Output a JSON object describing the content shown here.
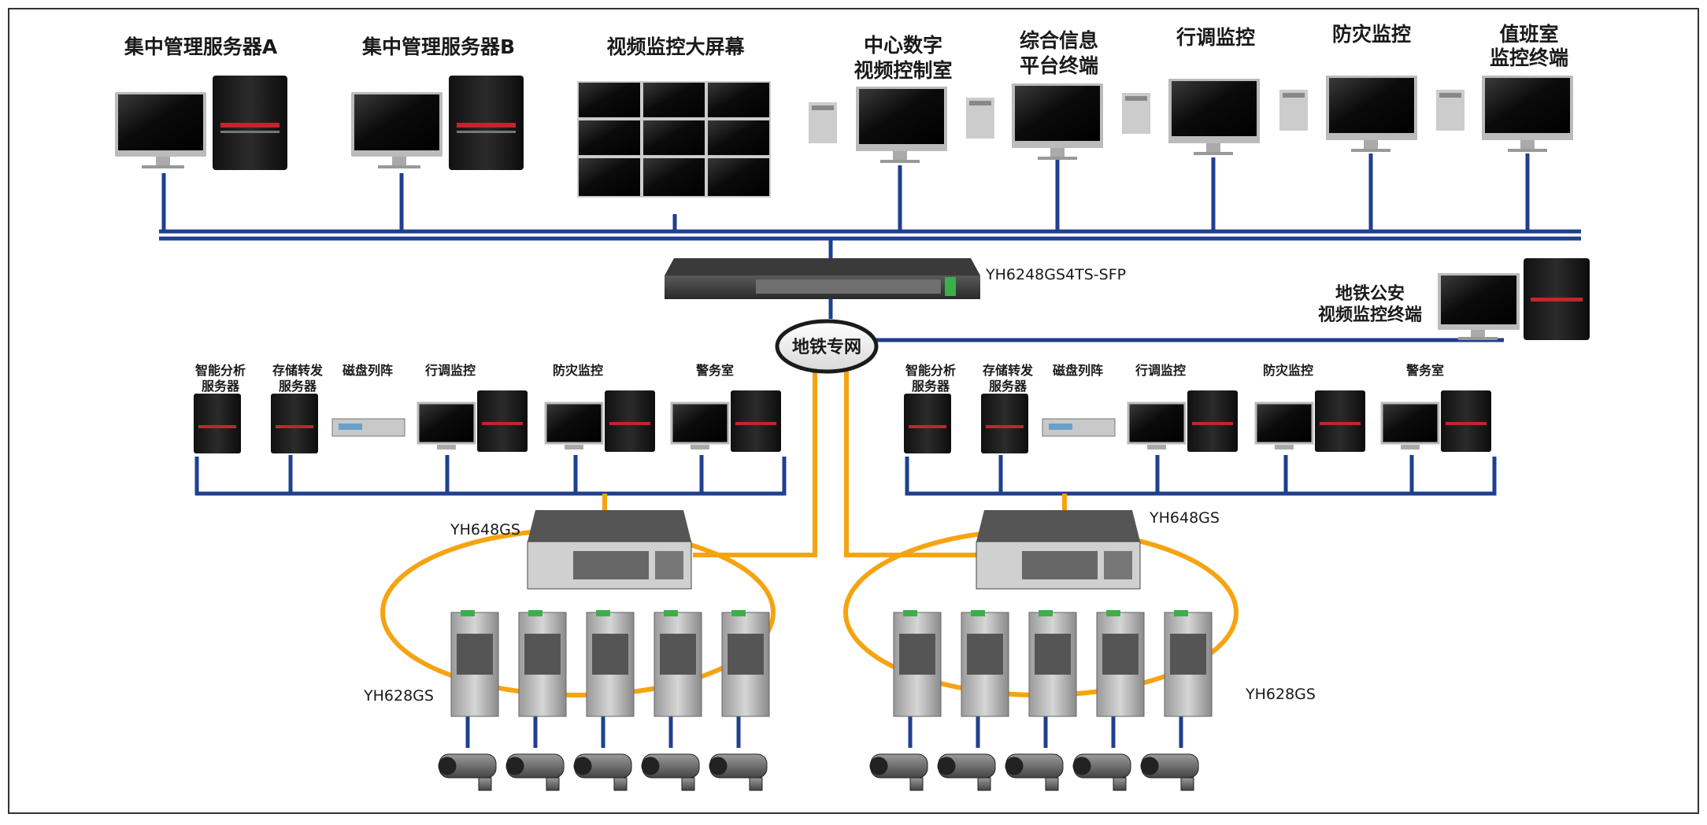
{
  "top_terminals": [
    {
      "line1": "集中管理服务器A",
      "line2": ""
    },
    {
      "line1": "集中管理服务器B",
      "line2": ""
    },
    {
      "line1": "视频监控大屏幕",
      "line2": ""
    },
    {
      "line1": "中心数字",
      "line2": "视频控制室"
    },
    {
      "line1": "综合信息",
      "line2": "平台终端"
    },
    {
      "line1": "行调监控",
      "line2": ""
    },
    {
      "line1": "防灾监控",
      "line2": ""
    },
    {
      "line1": "值班室",
      "line2": "监控终端"
    }
  ],
  "core_switch_model": "YH6248GS4TS-SFP",
  "police_terminal": {
    "line1": "地铁公安",
    "line2": "视频监控终端"
  },
  "hub_label": "地铁专网",
  "station_devices": [
    {
      "line1": "智能分析",
      "line2": "服务器"
    },
    {
      "line1": "存储转发",
      "line2": "服务器"
    },
    {
      "line1": "磁盘列阵",
      "line2": ""
    },
    {
      "line1": "行调监控",
      "line2": ""
    },
    {
      "line1": "防灾监控",
      "line2": ""
    },
    {
      "line1": "警务室",
      "line2": ""
    }
  ],
  "ring_switch_model": "YH648GS",
  "access_switch_model": "YH628GS",
  "colors": {
    "blue_line": "#1f3f8f",
    "fiber": "#f5a411",
    "frame": "#333333"
  }
}
